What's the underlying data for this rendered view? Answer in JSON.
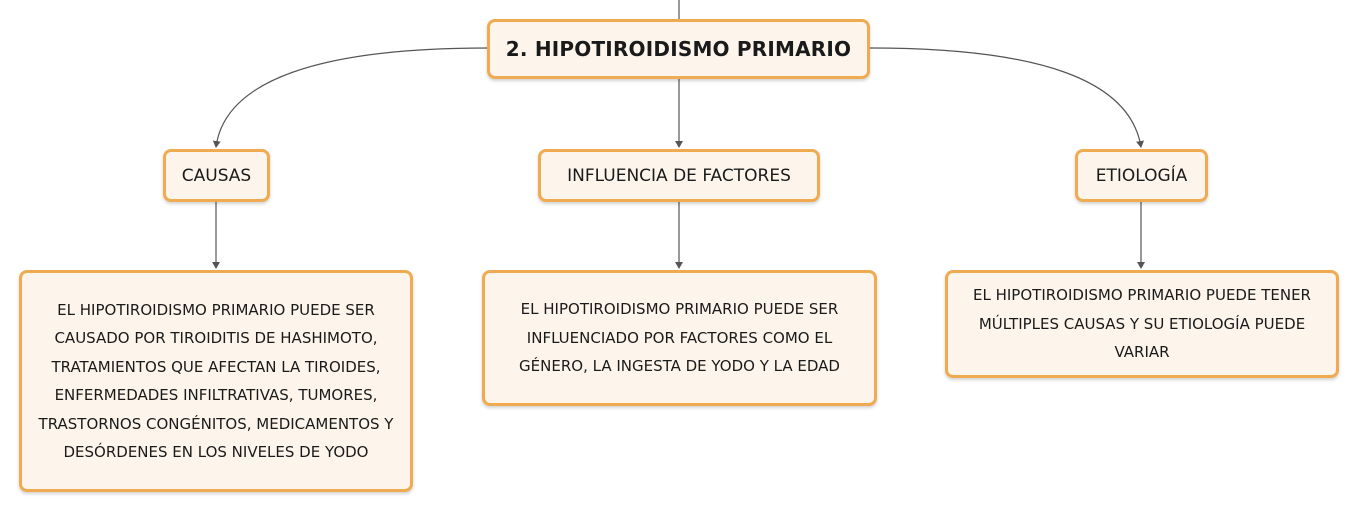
{
  "map": {
    "root": {
      "label": "2. HIPOTIROIDISMO PRIMARIO"
    },
    "branches": [
      {
        "label": "CAUSAS",
        "detail": "EL HIPOTIROIDISMO PRIMARIO PUEDE SER CAUSADO POR TIROIDITIS DE HASHIMOTO, TRATAMIENTOS QUE AFECTAN LA TIROIDES, ENFERMEDADES INFILTRATIVAS, TUMORES, TRASTORNOS CONGÉNITOS, MEDICAMENTOS Y DESÓRDENES EN LOS NIVELES DE YODO"
      },
      {
        "label": "INFLUENCIA DE FACTORES",
        "detail": "EL HIPOTIROIDISMO PRIMARIO PUEDE SER INFLUENCIADO POR FACTORES COMO EL GÉNERO, LA INGESTA DE YODO Y LA EDAD"
      },
      {
        "label": "ETIOLOGÍA",
        "detail": "EL HIPOTIROIDISMO PRIMARIO PUEDE TENER MÚLTIPLES CAUSAS Y SU ETIOLOGÍA PUEDE VARIAR"
      }
    ]
  },
  "colors": {
    "node_border": "#f0ab52",
    "node_fill": "#fdf5ec",
    "connector": "#555555"
  }
}
